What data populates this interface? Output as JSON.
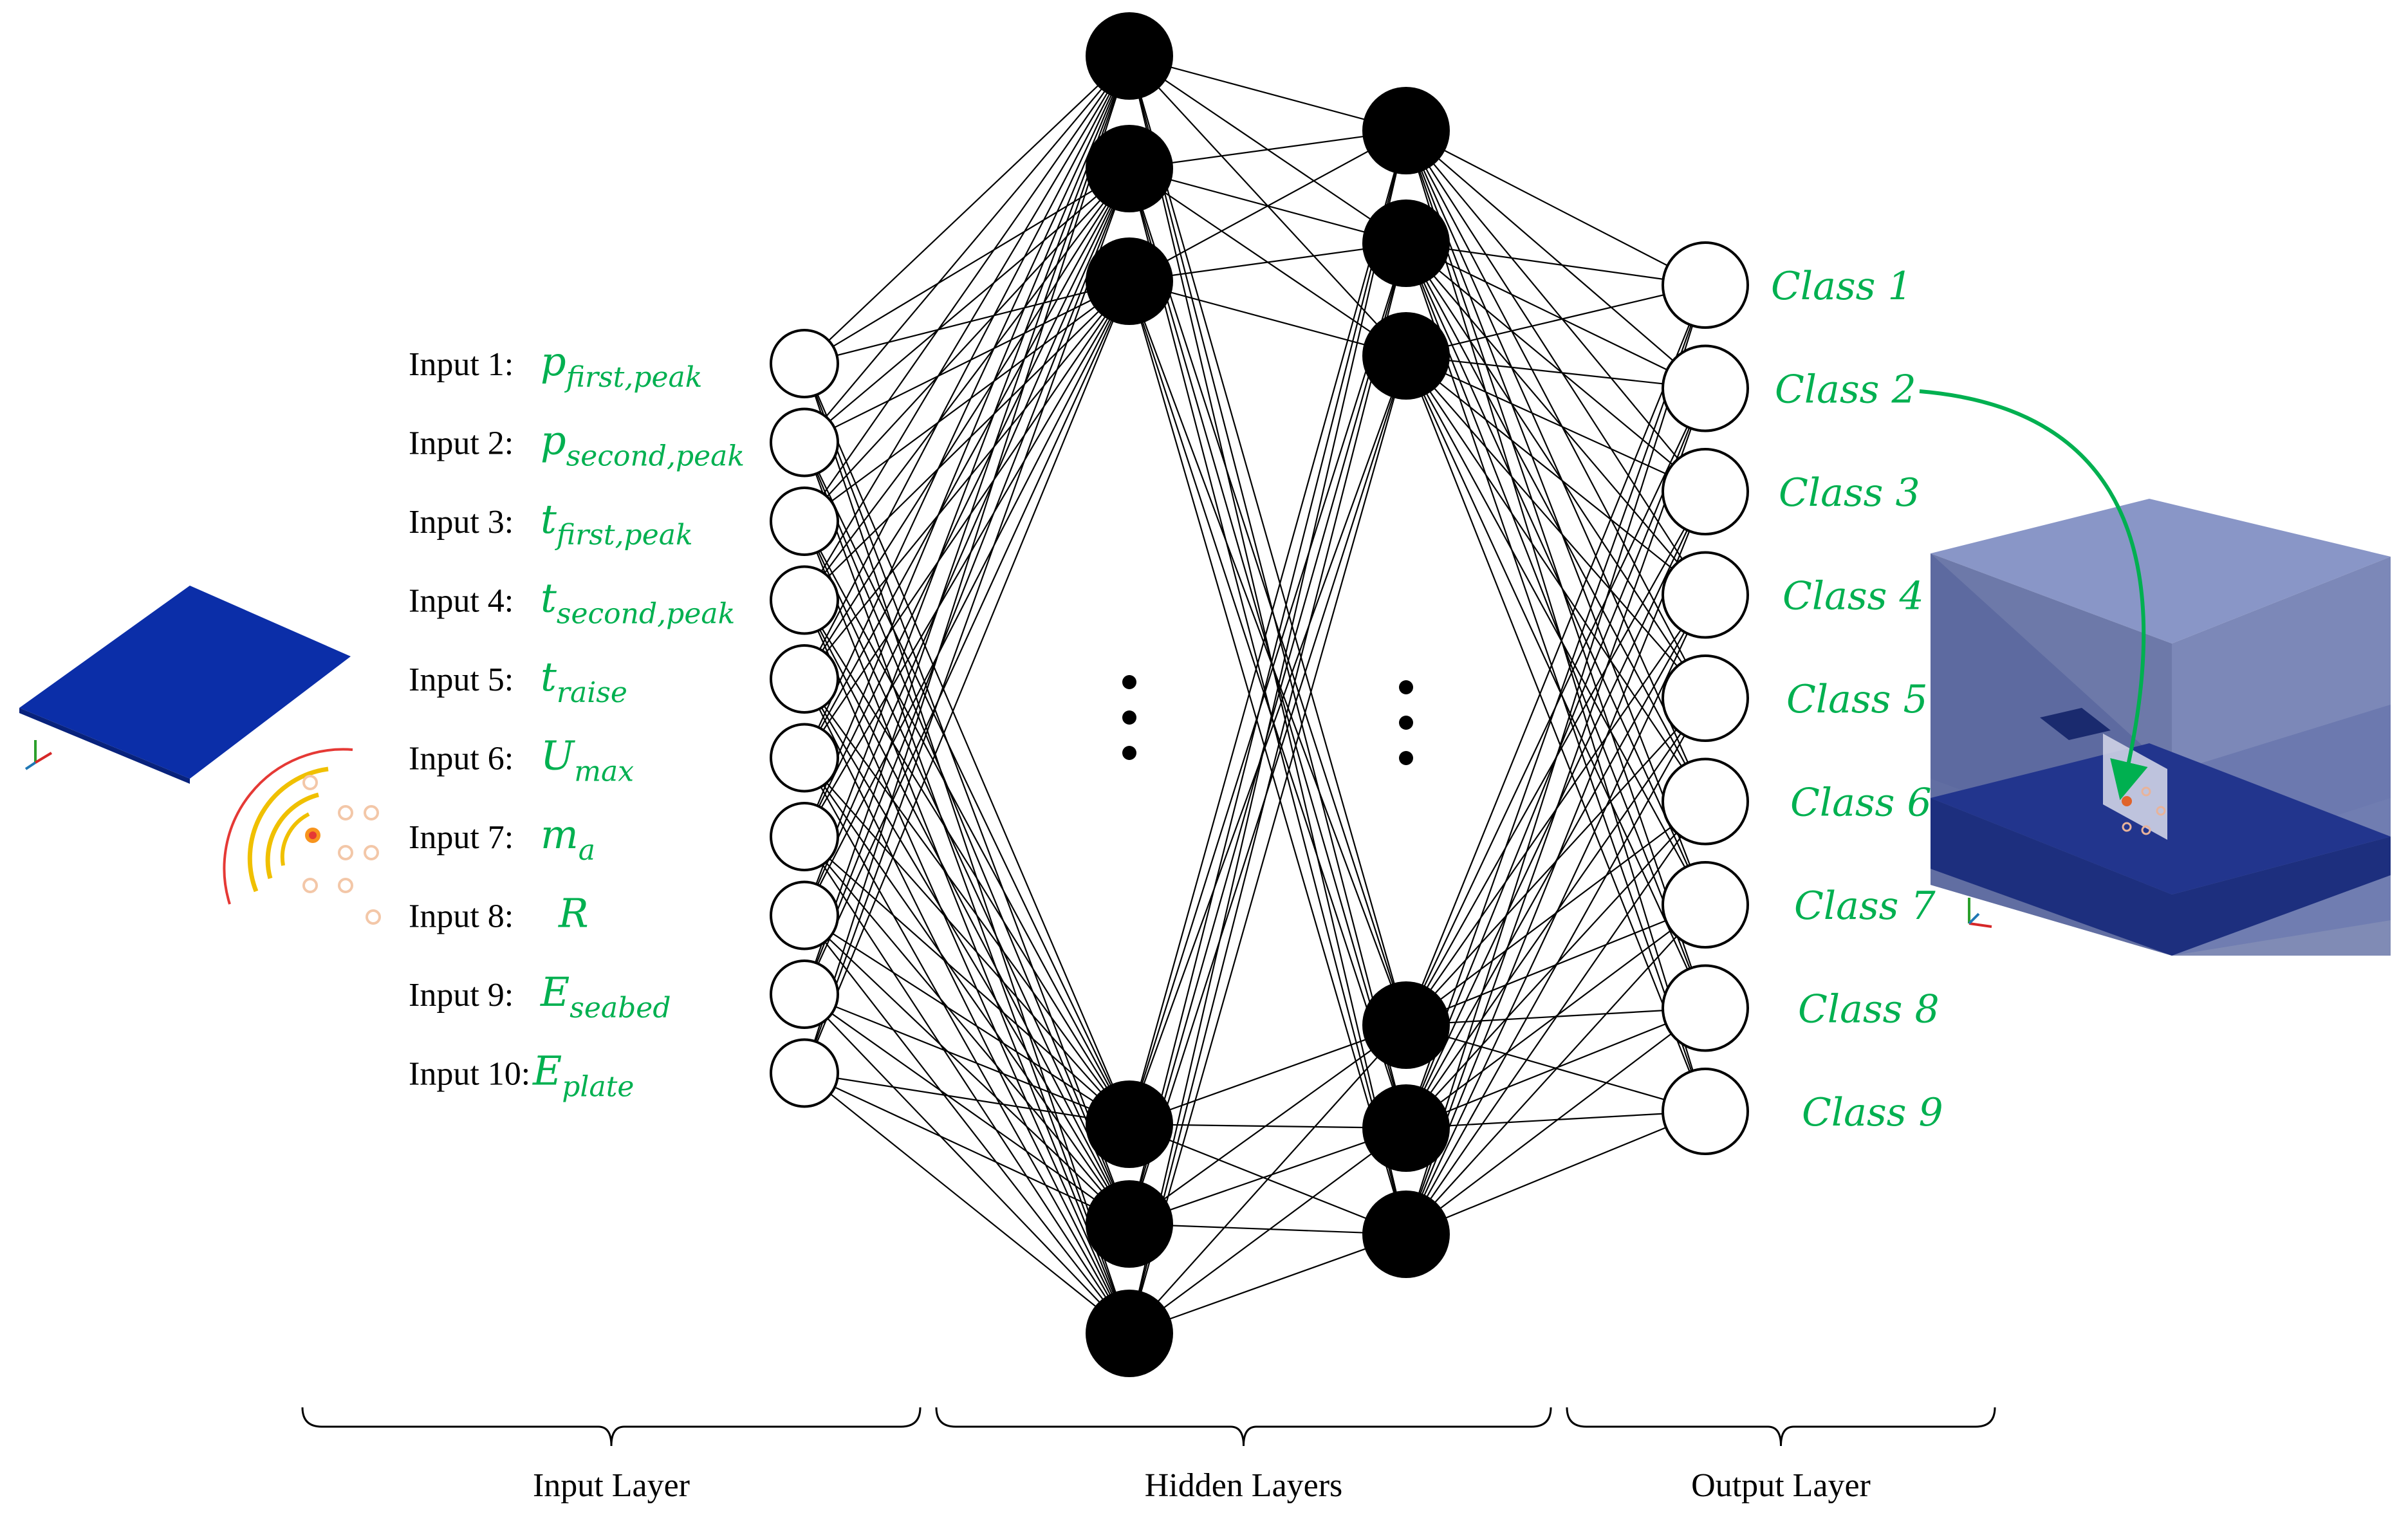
{
  "colors": {
    "accent": "#00b050",
    "edge": "#000000",
    "hidden_node": "#000000",
    "io_node_fill": "#ffffff",
    "cube_face": "#6a77a8",
    "cube_top": "#8390c4",
    "seabed": "#1d2f7e",
    "plate": "#0b2ea8"
  },
  "inputs": [
    {
      "label": "Input 1:",
      "symbol": "p",
      "subscript": "first,peak"
    },
    {
      "label": "Input 2:",
      "symbol": "p",
      "subscript": "second,peak"
    },
    {
      "label": "Input 3:",
      "symbol": "t",
      "subscript": "first,peak"
    },
    {
      "label": "Input 4:",
      "symbol": "t",
      "subscript": "second,peak"
    },
    {
      "label": "Input 5:",
      "symbol": "t",
      "subscript": "raise"
    },
    {
      "label": "Input 6:",
      "symbol": "U",
      "subscript": "max"
    },
    {
      "label": "Input 7:",
      "symbol": "m",
      "subscript": "a"
    },
    {
      "label": "Input 8:",
      "symbol": "R",
      "subscript": ""
    },
    {
      "label": "Input 9:",
      "symbol": "E",
      "subscript": "seabed"
    },
    {
      "label": "Input 10:",
      "symbol": "E",
      "subscript": "plate"
    }
  ],
  "outputs": [
    "Class 1",
    "Class 2",
    "Class 3",
    "Class 4",
    "Class 5",
    "Class 6",
    "Class 7",
    "Class 8",
    "Class 9"
  ],
  "layers": {
    "input": "Input Layer",
    "hidden": "Hidden Layers",
    "output": "Output Layer"
  },
  "icons": {
    "plate_model": "blue-plate-model-icon",
    "blast_wave": "blast-wave-icon",
    "tank_model": "tank-cube-model-icon",
    "axes": "axis-triad-icon"
  }
}
